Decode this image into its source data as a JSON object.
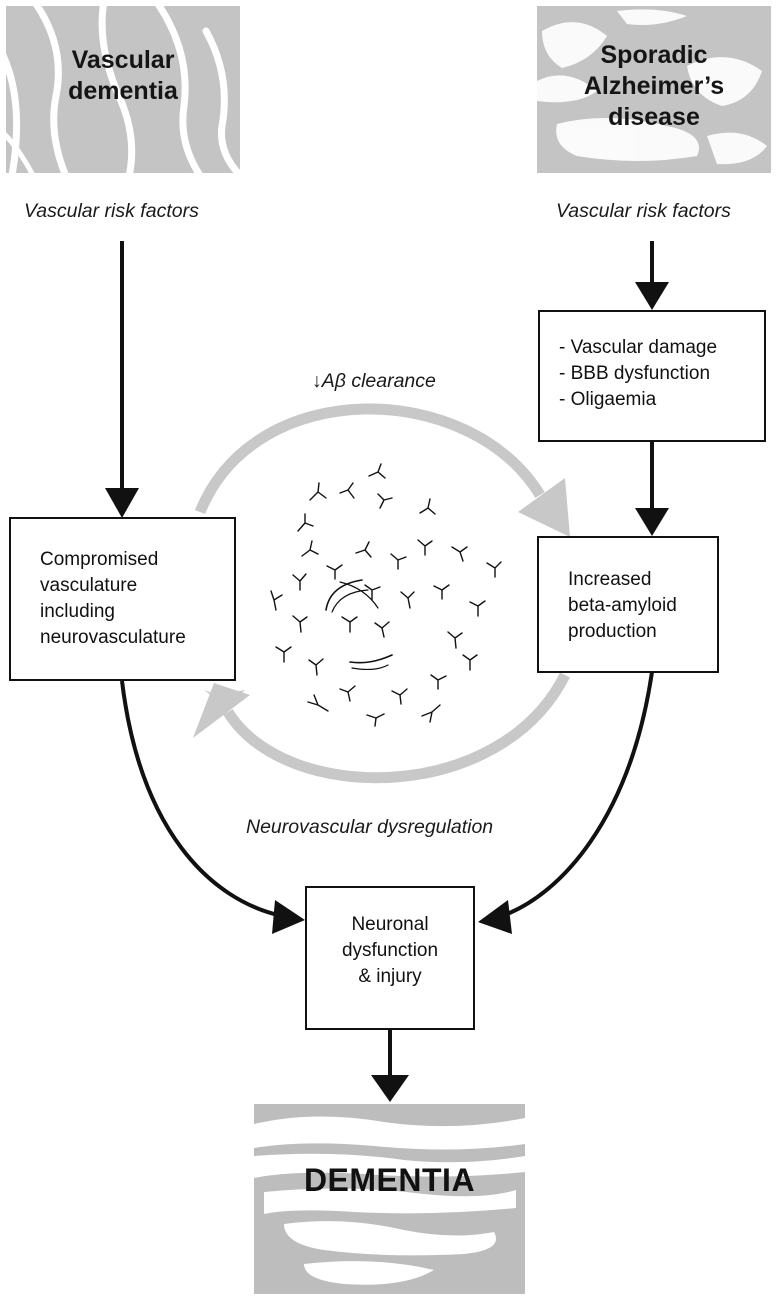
{
  "vascular_dementia": {
    "title": "Vascular\ndementia"
  },
  "alzheimers": {
    "title": "Sporadic\nAlzheimer’s\ndisease"
  },
  "left_risk_label": "Vascular risk factors",
  "right_risk_label": "Vascular risk factors",
  "damage_box": {
    "items": [
      "- Vascular damage",
      "- BBB dysfunction",
      "- Oligaemia"
    ]
  },
  "clearance_label": {
    "arrow": "↓",
    "text": "Aβ clearance"
  },
  "compromised_box": {
    "text": "Compromised\nvasculature\nincluding\nneurovasculature"
  },
  "amyloid_box": {
    "text": "Increased\nbeta-amyloid\nproduction"
  },
  "dysregulation_label": "Neurovascular dysregulation",
  "neuronal_box": {
    "text": "Neuronal\ndysfunction\n& injury"
  },
  "dementia": {
    "title": "DEMENTIA"
  },
  "colors": {
    "arrow": "#111111",
    "cycle_arrow": "#c8c8c8",
    "header_fill": "#c4c4c4",
    "streak": "#ffffff"
  },
  "cycle_center_icon": "amyloid-plaque-fibrils"
}
